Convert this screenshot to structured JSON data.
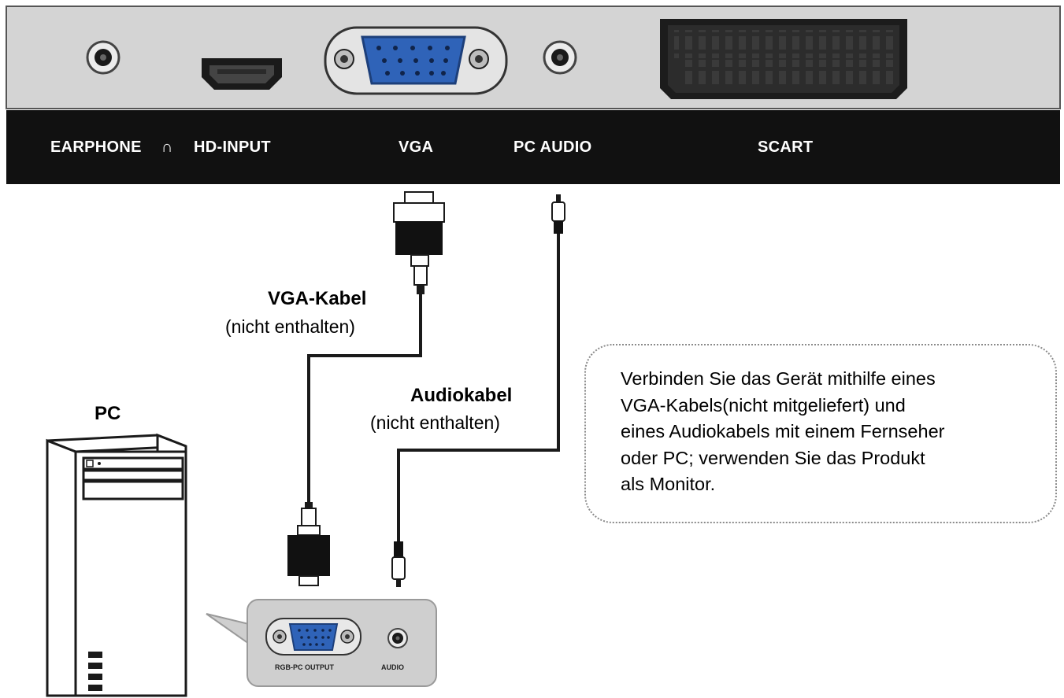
{
  "tv_panel": {
    "ports": [
      {
        "label": "EARPHONE",
        "icon": "headphone-icon"
      },
      {
        "label": "HD-INPUT"
      },
      {
        "label": "VGA"
      },
      {
        "label": "PC AUDIO"
      },
      {
        "label": "SCART"
      }
    ],
    "earphone_glyph": "∩"
  },
  "cables": {
    "vga": {
      "title": "VGA-Kabel",
      "note": "(nicht enthalten)"
    },
    "audio": {
      "title": "Audiokabel",
      "note": "(nicht enthalten)"
    }
  },
  "pc": {
    "title": "PC",
    "rear_panel": {
      "vga_label": "RGB-PC OUTPUT",
      "audio_label": "AUDIO"
    }
  },
  "note_box": {
    "lines": [
      "Verbinden Sie das Gerät mithilfe eines",
      "VGA-Kabels(nicht mitgeliefert) und",
      "eines Audiokabels mit einem Fernseher",
      "oder PC; verwenden Sie das Produkt",
      "als Monitor."
    ]
  },
  "colors": {
    "panel_gray": "#d4d4d4",
    "label_bar": "#111111",
    "vga_blue": "#2f63b8",
    "cable": "#1a1a1a"
  }
}
